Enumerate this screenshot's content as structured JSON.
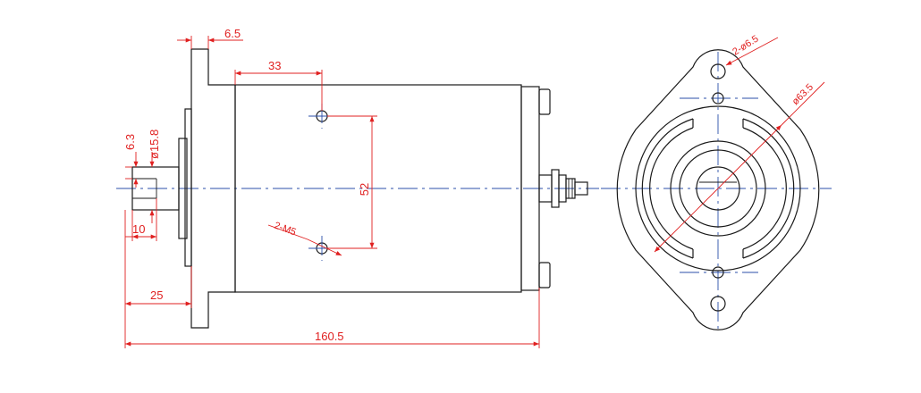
{
  "dimensions": {
    "flange_thickness": "6.5",
    "hole_offset": "33",
    "hole_spacing": "52",
    "mount_holes": "2-M5",
    "shaft_flat": "6.3",
    "shaft_diameter": "ø15.8",
    "shaft_step": "10",
    "shaft_length": "25",
    "overall_length": "160.5",
    "flange_holes": "2-ø6.5",
    "bolt_circle": "ø63.5"
  },
  "colors": {
    "outline": "#1a1a1a",
    "dimension": "#e02020",
    "centerline": "#2b4fa8"
  }
}
